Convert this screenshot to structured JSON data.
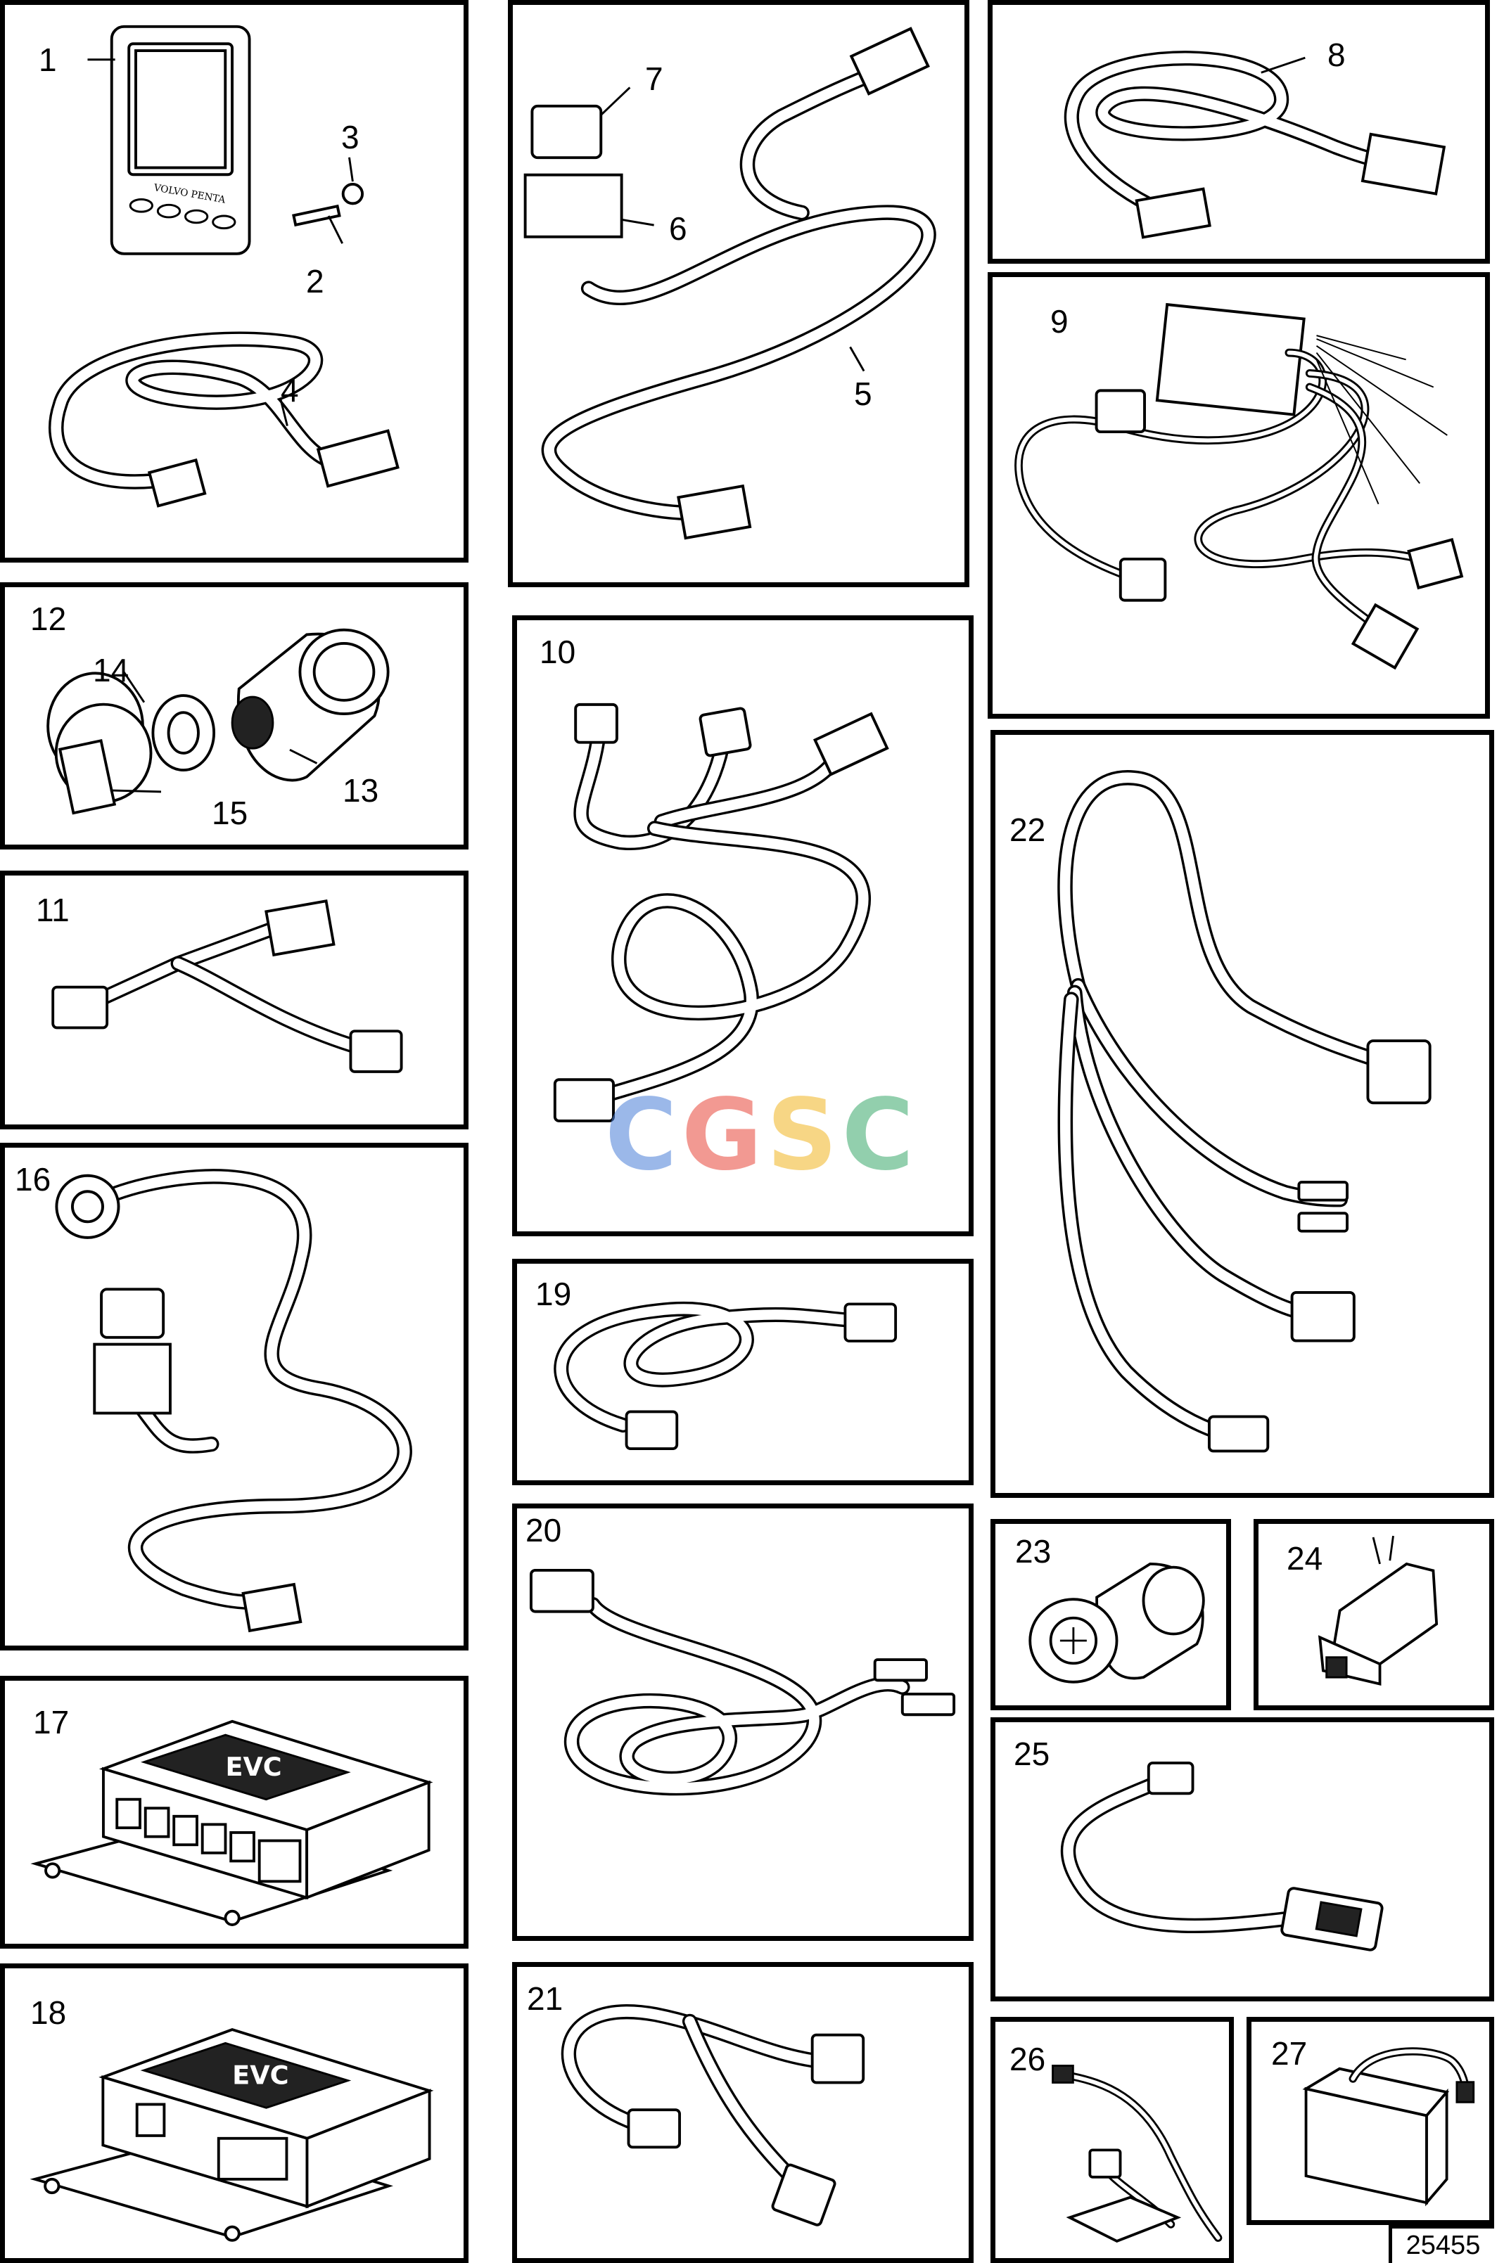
{
  "callouts": {
    "c1": "1",
    "c2": "2",
    "c3": "3",
    "c4": "4",
    "c5": "5",
    "c6": "6",
    "c7": "7",
    "c8": "8",
    "c9": "9",
    "c10": "10",
    "c11": "11",
    "c12": "12",
    "c13": "13",
    "c14": "14",
    "c15": "15",
    "c16": "16",
    "c17": "17",
    "c18": "18",
    "c19": "19",
    "c20": "20",
    "c21": "21",
    "c22": "22",
    "c23": "23",
    "c24": "24",
    "c25": "25",
    "c26": "26",
    "c27": "27"
  },
  "display_brand": "VOLVO PENTA",
  "module_label": "EVC",
  "reference_number": "25455",
  "watermark": {
    "letters": [
      "C",
      "G",
      "S",
      "C"
    ],
    "colors": [
      "#4a7fd8",
      "#e8463a",
      "#f2b522",
      "#3aa86b"
    ]
  }
}
